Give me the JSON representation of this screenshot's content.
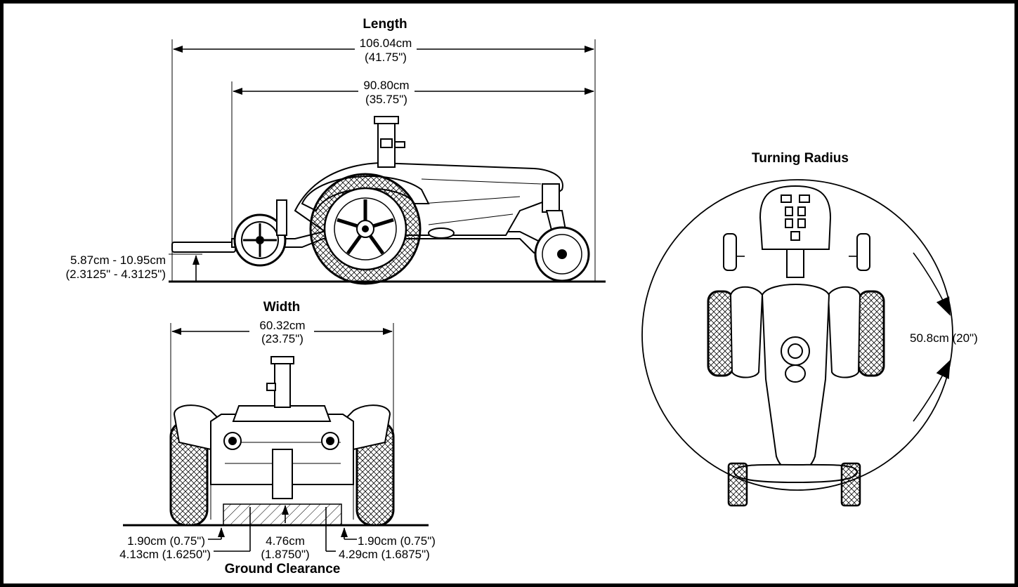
{
  "length": {
    "title": "Length",
    "overall_cm": "106.04cm",
    "overall_in": "(41.75\")",
    "base_cm": "90.80cm",
    "base_in": "(35.75\")",
    "height_cm": "5.87cm - 10.95cm",
    "height_in": "(2.3125\" - 4.3125\")"
  },
  "width": {
    "title": "Width",
    "overall_cm": "60.32cm",
    "overall_in": "(23.75\")"
  },
  "ground_clearance": {
    "title": "Ground Clearance",
    "left_top": "1.90cm  (0.75\")",
    "left_bottom": "4.13cm (1.6250\")",
    "center_cm": "4.76cm",
    "center_in": "(1.8750\")",
    "right_top": "1.90cm  (0.75\")",
    "right_bottom": "4.29cm (1.6875\")"
  },
  "turning": {
    "title": "Turning Radius",
    "radius": "50.8cm (20\")"
  }
}
